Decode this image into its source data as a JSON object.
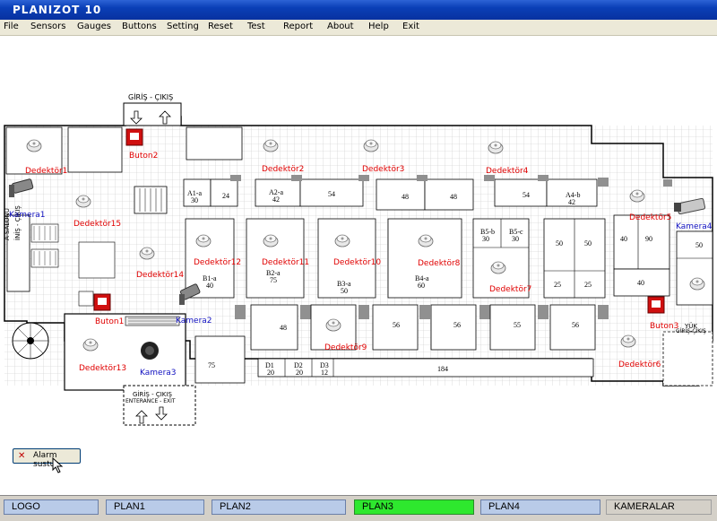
{
  "window": {
    "title": "PLANIZOT  10"
  },
  "menu": [
    "File",
    "Sensors",
    "Gauges",
    "Buttons",
    "Setting",
    "Reset",
    "Test",
    "Report",
    "About",
    "Help",
    "Exit"
  ],
  "plan": {
    "entrance_top": "GİRİŞ - ÇIKIŞ",
    "entrance_bottom_1": "GİRİŞ - ÇIKIŞ",
    "entrance_bottom_2": "ENTERANCE - EXIT",
    "side_text_1": "A SALONU",
    "side_text_2": "İNİŞ - ÇIKIŞ",
    "loading_1": "YÜK",
    "loading_2": "GİRİŞ-ÇIKIŞ",
    "detectors": [
      "Dedektör1",
      "Dedektör2",
      "Dedektör3",
      "Dedektör4",
      "Dedektör5",
      "Dedektör6",
      "Dedektör7",
      "Dedektör8",
      "Dedektör9",
      "Dedektör10",
      "Dedektör11",
      "Dedektör12",
      "Dedektör13",
      "Dedektör14",
      "Dedektör15"
    ],
    "buttons": [
      "Buton1",
      "Buton2",
      "Buton3"
    ],
    "cameras": [
      "Kamera1",
      "Kamera2",
      "Kamera3",
      "Kamera4"
    ],
    "rooms": {
      "a1a": "A1-a",
      "a1a_n": "30",
      "r24": "24",
      "a2a": "A2-a",
      "a2a_n": "42",
      "r54": "54",
      "r48a": "48",
      "r48b": "48",
      "r54b": "54",
      "a4b": "A4-b",
      "a4b_n": "42",
      "b1a": "B1-a",
      "b1a_n": "40",
      "b2a": "B2-a",
      "b2a_n": "75",
      "b3a": "B3-a",
      "b3a_n": "50",
      "b4a": "B4-a",
      "b4a_n": "60",
      "b5b": "B5-b",
      "b5b_n": "30",
      "b5c": "B5-c",
      "b5c_n": "30",
      "r50a": "50",
      "r50b": "50",
      "r25a": "25",
      "r25b": "25",
      "r40": "40",
      "r90": "90",
      "r40b": "40",
      "r50c": "50",
      "r48c": "48",
      "r56a": "56",
      "r56b": "56",
      "r55": "55",
      "r56c": "56",
      "r75": "75",
      "d1": "D1",
      "d1_n": "20",
      "d2": "D2",
      "d2_n": "20",
      "d3": "D3",
      "d3_n": "12",
      "r184": "184"
    },
    "alarm_button": "Alarm sustur"
  },
  "tabs": [
    "LOGO",
    "PLAN1",
    "PLAN2",
    "PLAN3",
    "PLAN4",
    "KAMERALAR"
  ],
  "active_tab": "PLAN3",
  "colors": {
    "title_bar": "#0a3fb6",
    "active_tab": "#2ee82e",
    "tab": "#b9cbe8",
    "label_red": "#e00000",
    "label_blue": "#1010c0"
  }
}
